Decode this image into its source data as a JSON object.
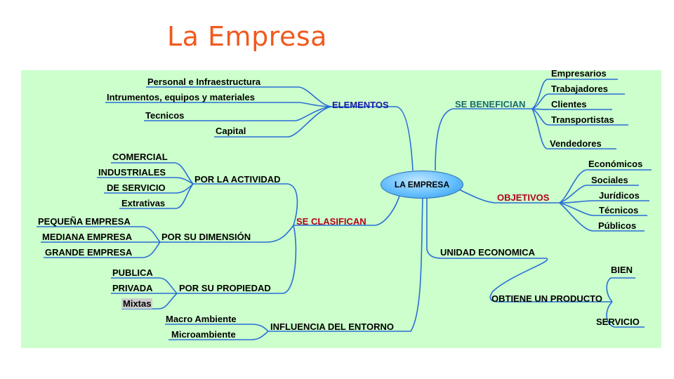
{
  "title": "La Empresa",
  "center": "LA EMPRESA",
  "elementos": {
    "label": "ELEMENTOS",
    "items": [
      "Personal e Infraestructura",
      "Intrumentos, equipos y materiales",
      "Tecnicos",
      "Capital"
    ]
  },
  "benefician": {
    "label": "SE BENEFICIAN",
    "items": [
      "Empresarios",
      "Trabajadores",
      "Clientes",
      "Transportistas",
      "Vendedores"
    ]
  },
  "objetivos": {
    "label": "OBJETIVOS",
    "items": [
      "Económicos",
      "Sociales",
      "Jurídicos",
      "Técnicos",
      "Públicos"
    ]
  },
  "clasifican": {
    "label": "SE CLASIFICAN",
    "actividad": {
      "label": "POR LA ACTIVIDAD",
      "items": [
        "COMERCIAL",
        "INDUSTRIALES",
        "DE SERVICIO",
        "Extrativas"
      ]
    },
    "dimension": {
      "label": "POR SU DIMENSIÓN",
      "items": [
        "PEQUEÑA EMPRESA",
        "MEDIANA EMPRESA",
        "GRANDE EMPRESA"
      ]
    },
    "propiedad": {
      "label": "POR SU PROPIEDAD",
      "items": [
        "PUBLICA",
        "PRIVADA",
        "Mixtas"
      ]
    }
  },
  "unidad": {
    "label": "UNIDAD ECONOMICA",
    "producto": {
      "label": "OBTIENE UN PRODUCTO",
      "items": [
        "BIEN",
        "SERVICIO"
      ]
    }
  },
  "entorno": {
    "label": "INFLUENCIA DEL ENTORNO",
    "items": [
      "Macro Ambiente",
      "Microambiente"
    ]
  },
  "colors": {
    "title": "#f05a1e",
    "background": "#ccffcc",
    "line": "#2a6fd6",
    "center_fill": "#66bfff",
    "main_branch_blue": "#1a1aa6",
    "main_branch_teal": "#1a6b6b",
    "main_branch_red": "#b3001b"
  }
}
